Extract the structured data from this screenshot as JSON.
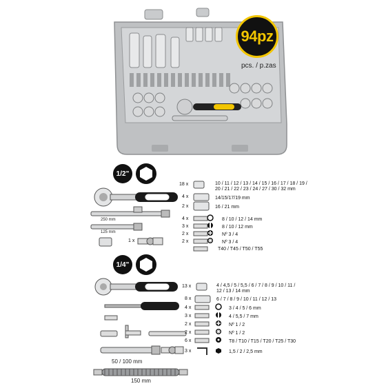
{
  "badge": {
    "count": "94pz",
    "subtitle": "pcs. / p.zas"
  },
  "section_half": {
    "size_label": "1/2\"",
    "rows": [
      {
        "qty": "18 x",
        "spec_line1": "10 / 11 / 12 / 13 / 14 / 15 / 16 / 17 / 18 / 19 /",
        "spec_line2": "20 / 21 / 22 / 23 / 24 / 27 / 30 / 32 mm"
      },
      {
        "qty": "4 x",
        "spec": "14/15/17/19 mm"
      },
      {
        "qty": "2 x",
        "spec": "16 / 21 mm"
      },
      {
        "qty": "4 x",
        "spec": "8 / 10 / 12 / 14 mm"
      },
      {
        "qty": "3 x",
        "spec": "8 / 10 / 12 mm"
      },
      {
        "qty": "2 x",
        "spec": "Nº 3 / 4"
      },
      {
        "qty": "2 x",
        "spec": "Nº 3 / 4"
      },
      {
        "qty": "",
        "spec": "T40 / T45 / T50 / T55"
      }
    ],
    "ext_250": "250 mm",
    "ext_125": "125 mm",
    "ujoint_qty": "1 x"
  },
  "section_quarter": {
    "size_label": "1/4\"",
    "rows": [
      {
        "qty": "13 x",
        "spec_line1": "4 / 4,5 / 5 / 5,5 / 6 / 7 / 8 / 9 / 10 / 11 /",
        "spec_line2": "12 / 13 / 14 mm"
      },
      {
        "qty": "8 x",
        "spec": "6 / 7 / 8 / 9 / 10 / 11 / 12 / 13"
      },
      {
        "qty": "4 x",
        "spec": "3 / 4 / 5 / 6 mm"
      },
      {
        "qty": "3 x",
        "spec": "4 / 5,5 / 7 mm"
      },
      {
        "qty": "2 x",
        "spec": "Nº 1 / 2"
      },
      {
        "qty": "2 x",
        "spec": "Nº 1 / 2"
      },
      {
        "qty": "6 x",
        "spec": "T8 / T10 / T15 / T20 / T25 / T30"
      },
      {
        "qty": "3 x",
        "spec": "1,5 / 2 / 2,5 mm"
      }
    ],
    "ext_label": "50 / 100 mm",
    "flex_label": "150 mm"
  },
  "colors": {
    "badge_bg": "#111111",
    "badge_accent": "#f2c500",
    "case_gray": "#b9bbbd",
    "handle_yellow": "#f2c500"
  }
}
